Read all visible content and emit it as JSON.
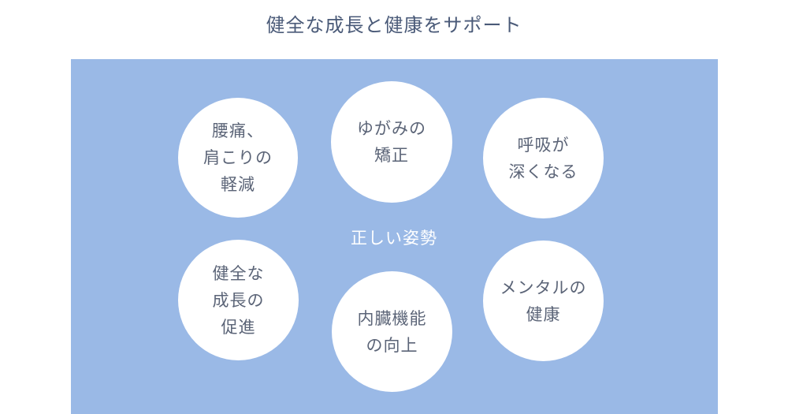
{
  "title": "健全な成長と健康をサポート",
  "center_label": "正しい姿勢",
  "benefits": [
    {
      "lines": [
        "腰痛、",
        "肩こりの",
        "軽減"
      ]
    },
    {
      "lines": [
        "ゆがみの",
        "矯正"
      ]
    },
    {
      "lines": [
        "呼吸が",
        "深くなる"
      ]
    },
    {
      "lines": [
        "健全な",
        "成長の",
        "促進"
      ]
    },
    {
      "lines": [
        "内臓機能",
        "の向上"
      ]
    },
    {
      "lines": [
        "メンタルの",
        "健康"
      ]
    }
  ],
  "colors": {
    "panel": "#9ab9e6",
    "circle": "#ffffff",
    "text": "#5b6477",
    "title": "#4a5a78"
  }
}
